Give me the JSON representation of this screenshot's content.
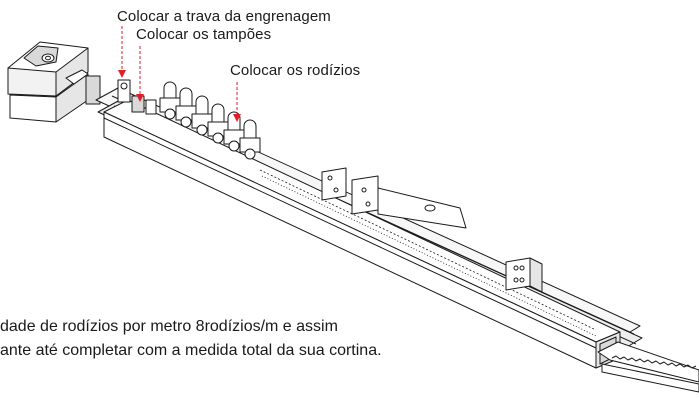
{
  "labels": {
    "gear_lock": "Colocar a trava da engrenagem",
    "caps": "Colocar os tampões",
    "rollers": "Colocar os rodízios"
  },
  "caption": {
    "line1": "dade de rodízios por metro 8rodízios/m e assim",
    "line2": "ante até completar com a medida total da sua cortina."
  },
  "colors": {
    "stroke": "#1a1a1a",
    "arrow": "#e01e2a",
    "fill": "#ffffff",
    "shade": "#d9d9d9"
  }
}
